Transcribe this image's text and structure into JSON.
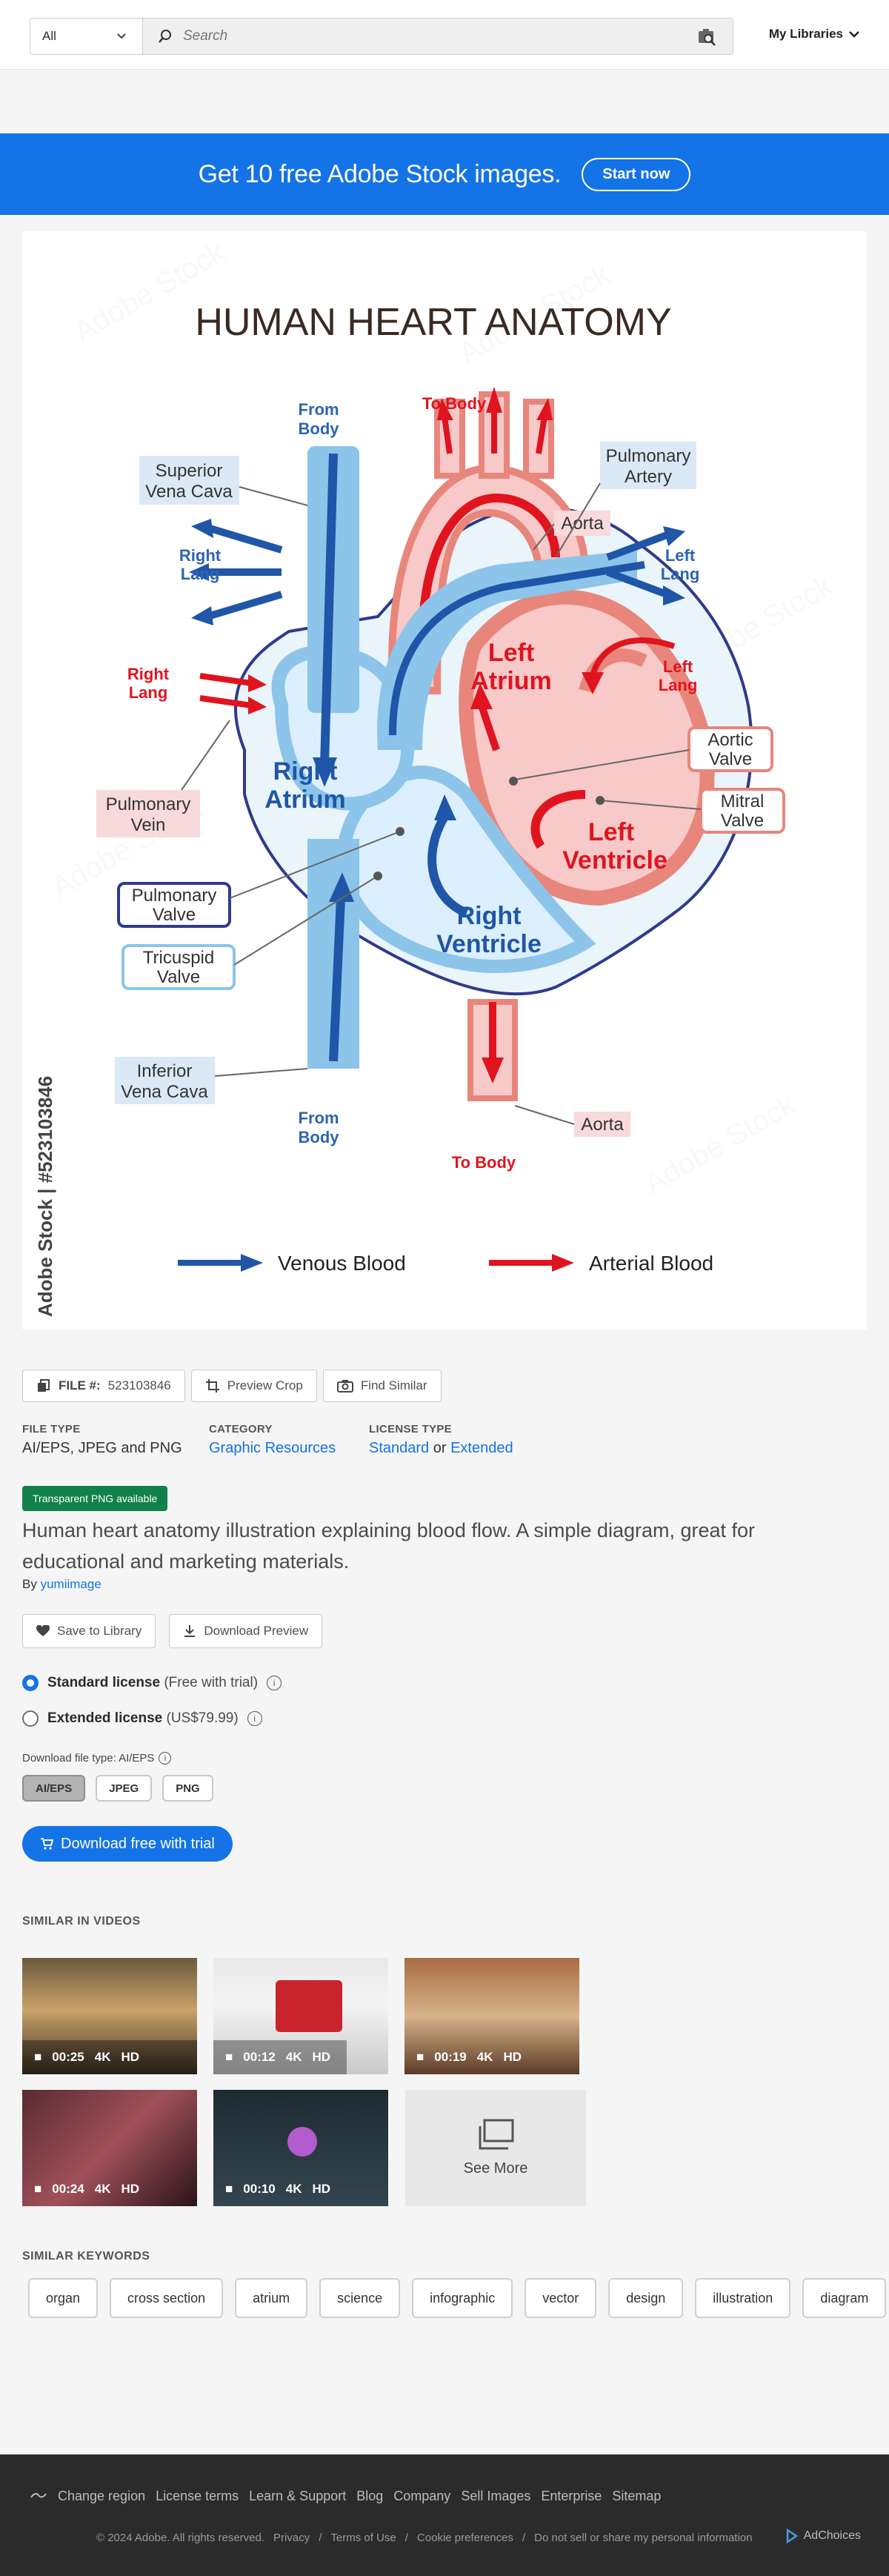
{
  "header": {
    "category_select": "All",
    "search_placeholder": "Search",
    "my_libraries": "My Libraries"
  },
  "banner": {
    "text": "Get 10 free Adobe Stock images.",
    "button": "Start now"
  },
  "image": {
    "title": "HUMAN HEART ANATOMY",
    "labels": {
      "from_body_top": [
        "From",
        "Body"
      ],
      "to_body_top": "To Body",
      "superior_vena_cava": [
        "Superior",
        "Vena Cava"
      ],
      "pulmonary_artery": [
        "Pulmonary",
        "Artery"
      ],
      "aorta_top": "Aorta",
      "right_lang_top": [
        "Right",
        "Lang"
      ],
      "left_lang_top": [
        "Left",
        "Lang"
      ],
      "right_lang_red": [
        "Right",
        "Lang"
      ],
      "left_lang_red": [
        "Left",
        "Lang"
      ],
      "left_atrium": [
        "Left",
        "Atrium"
      ],
      "aortic_valve": [
        "Aortic",
        "Valve"
      ],
      "mitral_valve": [
        "Mitral",
        "Valve"
      ],
      "pulmonary_vein": [
        "Pulmonary",
        "Vein"
      ],
      "right_atrium": [
        "Right",
        "Atrium"
      ],
      "left_ventricle": [
        "Left",
        "Ventricle"
      ],
      "pulmonary_valve": [
        "Pulmonary",
        "Valve"
      ],
      "tricuspid_valve": [
        "Tricuspid",
        "Valve"
      ],
      "right_ventricle": [
        "Right",
        "Ventricle"
      ],
      "inferior_vena_cava": [
        "Inferior",
        "Vena Cava"
      ],
      "from_body_bottom": [
        "From",
        "Body"
      ],
      "aorta_bottom": "Aorta",
      "to_body_bottom": "To Body",
      "legend_venous": "Venous Blood",
      "legend_arterial": "Arterial Blood"
    },
    "watermark": "Adobe Stock | #523103846"
  },
  "actions": {
    "file_label": "FILE #:",
    "file_number": "523103846",
    "preview_crop": "Preview Crop",
    "find_similar": "Find Similar"
  },
  "meta": {
    "file_type_label": "FILE TYPE",
    "file_type": "AI/EPS, JPEG and PNG",
    "category_label": "CATEGORY",
    "category": "Graphic Resources",
    "license_label": "LICENSE TYPE",
    "license_standard": "Standard",
    "license_or": "or",
    "license_extended": "Extended"
  },
  "png_badge": "Transparent PNG available",
  "description": "Human heart anatomy illustration explaining blood flow. A simple diagram, great for educational and marketing materials.",
  "byline": {
    "prefix": "By",
    "author": "yumiimage"
  },
  "library": {
    "save": "Save to Library",
    "download_preview": "Download Preview"
  },
  "licenses": {
    "standard": "Standard license",
    "standard_note": "(Free with trial)",
    "extended": "Extended license",
    "extended_note": "(US$79.99)"
  },
  "download_type": {
    "label": "Download file type: AI/EPS",
    "options": [
      "AI/EPS",
      "JPEG",
      "PNG"
    ]
  },
  "download_button": "Download free with trial",
  "similar_videos": {
    "title": "SIMILAR IN VIDEOS",
    "items": [
      {
        "duration": "00:25",
        "res": "4K",
        "hd": "HD"
      },
      {
        "duration": "00:12",
        "res": "4K",
        "hd": "HD"
      },
      {
        "duration": "00:19",
        "res": "4K",
        "hd": "HD"
      },
      {
        "duration": "00:24",
        "res": "4K",
        "hd": "HD"
      },
      {
        "duration": "00:10",
        "res": "4K",
        "hd": "HD"
      }
    ],
    "see_more": "See More"
  },
  "similar_keywords": {
    "title": "SIMILAR KEYWORDS",
    "items": [
      "organ",
      "cross section",
      "atrium",
      "science",
      "infographic",
      "vector",
      "design",
      "illustration",
      "diagram"
    ]
  },
  "footer": {
    "links": [
      "Change region",
      "License terms",
      "Learn & Support",
      "Blog",
      "Company",
      "Sell Images",
      "Enterprise",
      "Sitemap"
    ],
    "legal": [
      "© 2024 Adobe. All rights reserved.",
      "Privacy",
      "Terms of Use",
      "Cookie preferences",
      "Do not sell or share my personal information"
    ],
    "adchoices": "AdChoices"
  }
}
